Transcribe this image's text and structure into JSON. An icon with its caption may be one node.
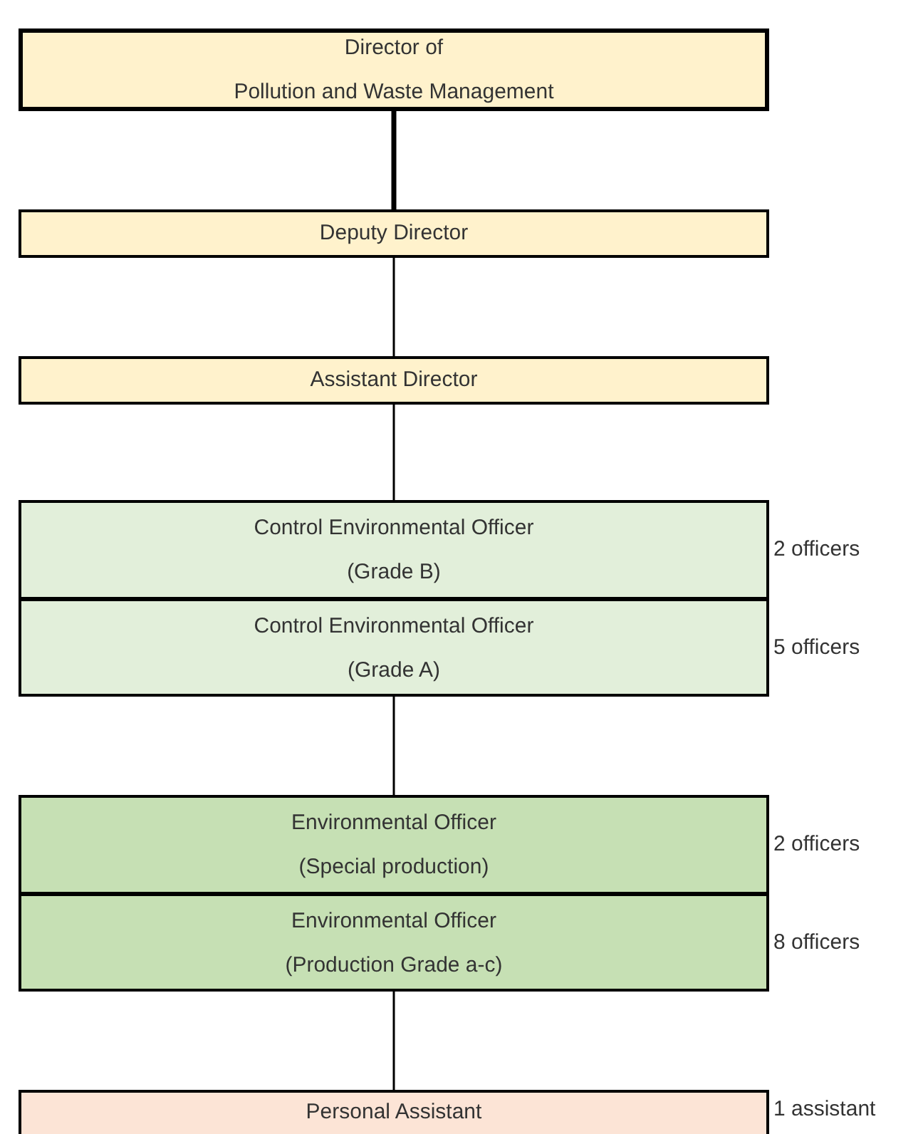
{
  "diagram": {
    "nodes": [
      {
        "text": [
          "Director of",
          "Pollution and Waste Management"
        ]
      },
      {
        "text": [
          "Deputy Director"
        ]
      },
      {
        "text": [
          "Assistant Director"
        ]
      },
      {
        "text": [
          "Control Environmental Officer",
          "(Grade B)"
        ],
        "beside": [
          "2 officers"
        ]
      },
      {
        "text": [
          "Control Environmental Officer",
          "(Grade A)"
        ],
        "beside": [
          "5 officers"
        ]
      },
      {
        "text": [
          "Environmental Officer",
          "(Special production)"
        ],
        "beside": [
          "2 officers"
        ]
      },
      {
        "text": [
          "Environmental Officer",
          "(Production Grade a-c)"
        ],
        "beside": [
          "8 officers"
        ]
      },
      {
        "text": [
          "Personal Assistant"
        ],
        "beside": [
          "1 assistant"
        ]
      }
    ],
    "edges": [
      {
        "from": 0,
        "to": 1,
        "arrow": "none",
        "style": "thick"
      },
      {
        "from": 1,
        "to": 2,
        "arrow": "none"
      },
      {
        "from": 2,
        "to": 3,
        "arrow": "none"
      },
      {
        "from": 4,
        "to": 5,
        "arrow": "none"
      },
      {
        "from": 6,
        "to": 7,
        "arrow": "none"
      }
    ]
  }
}
